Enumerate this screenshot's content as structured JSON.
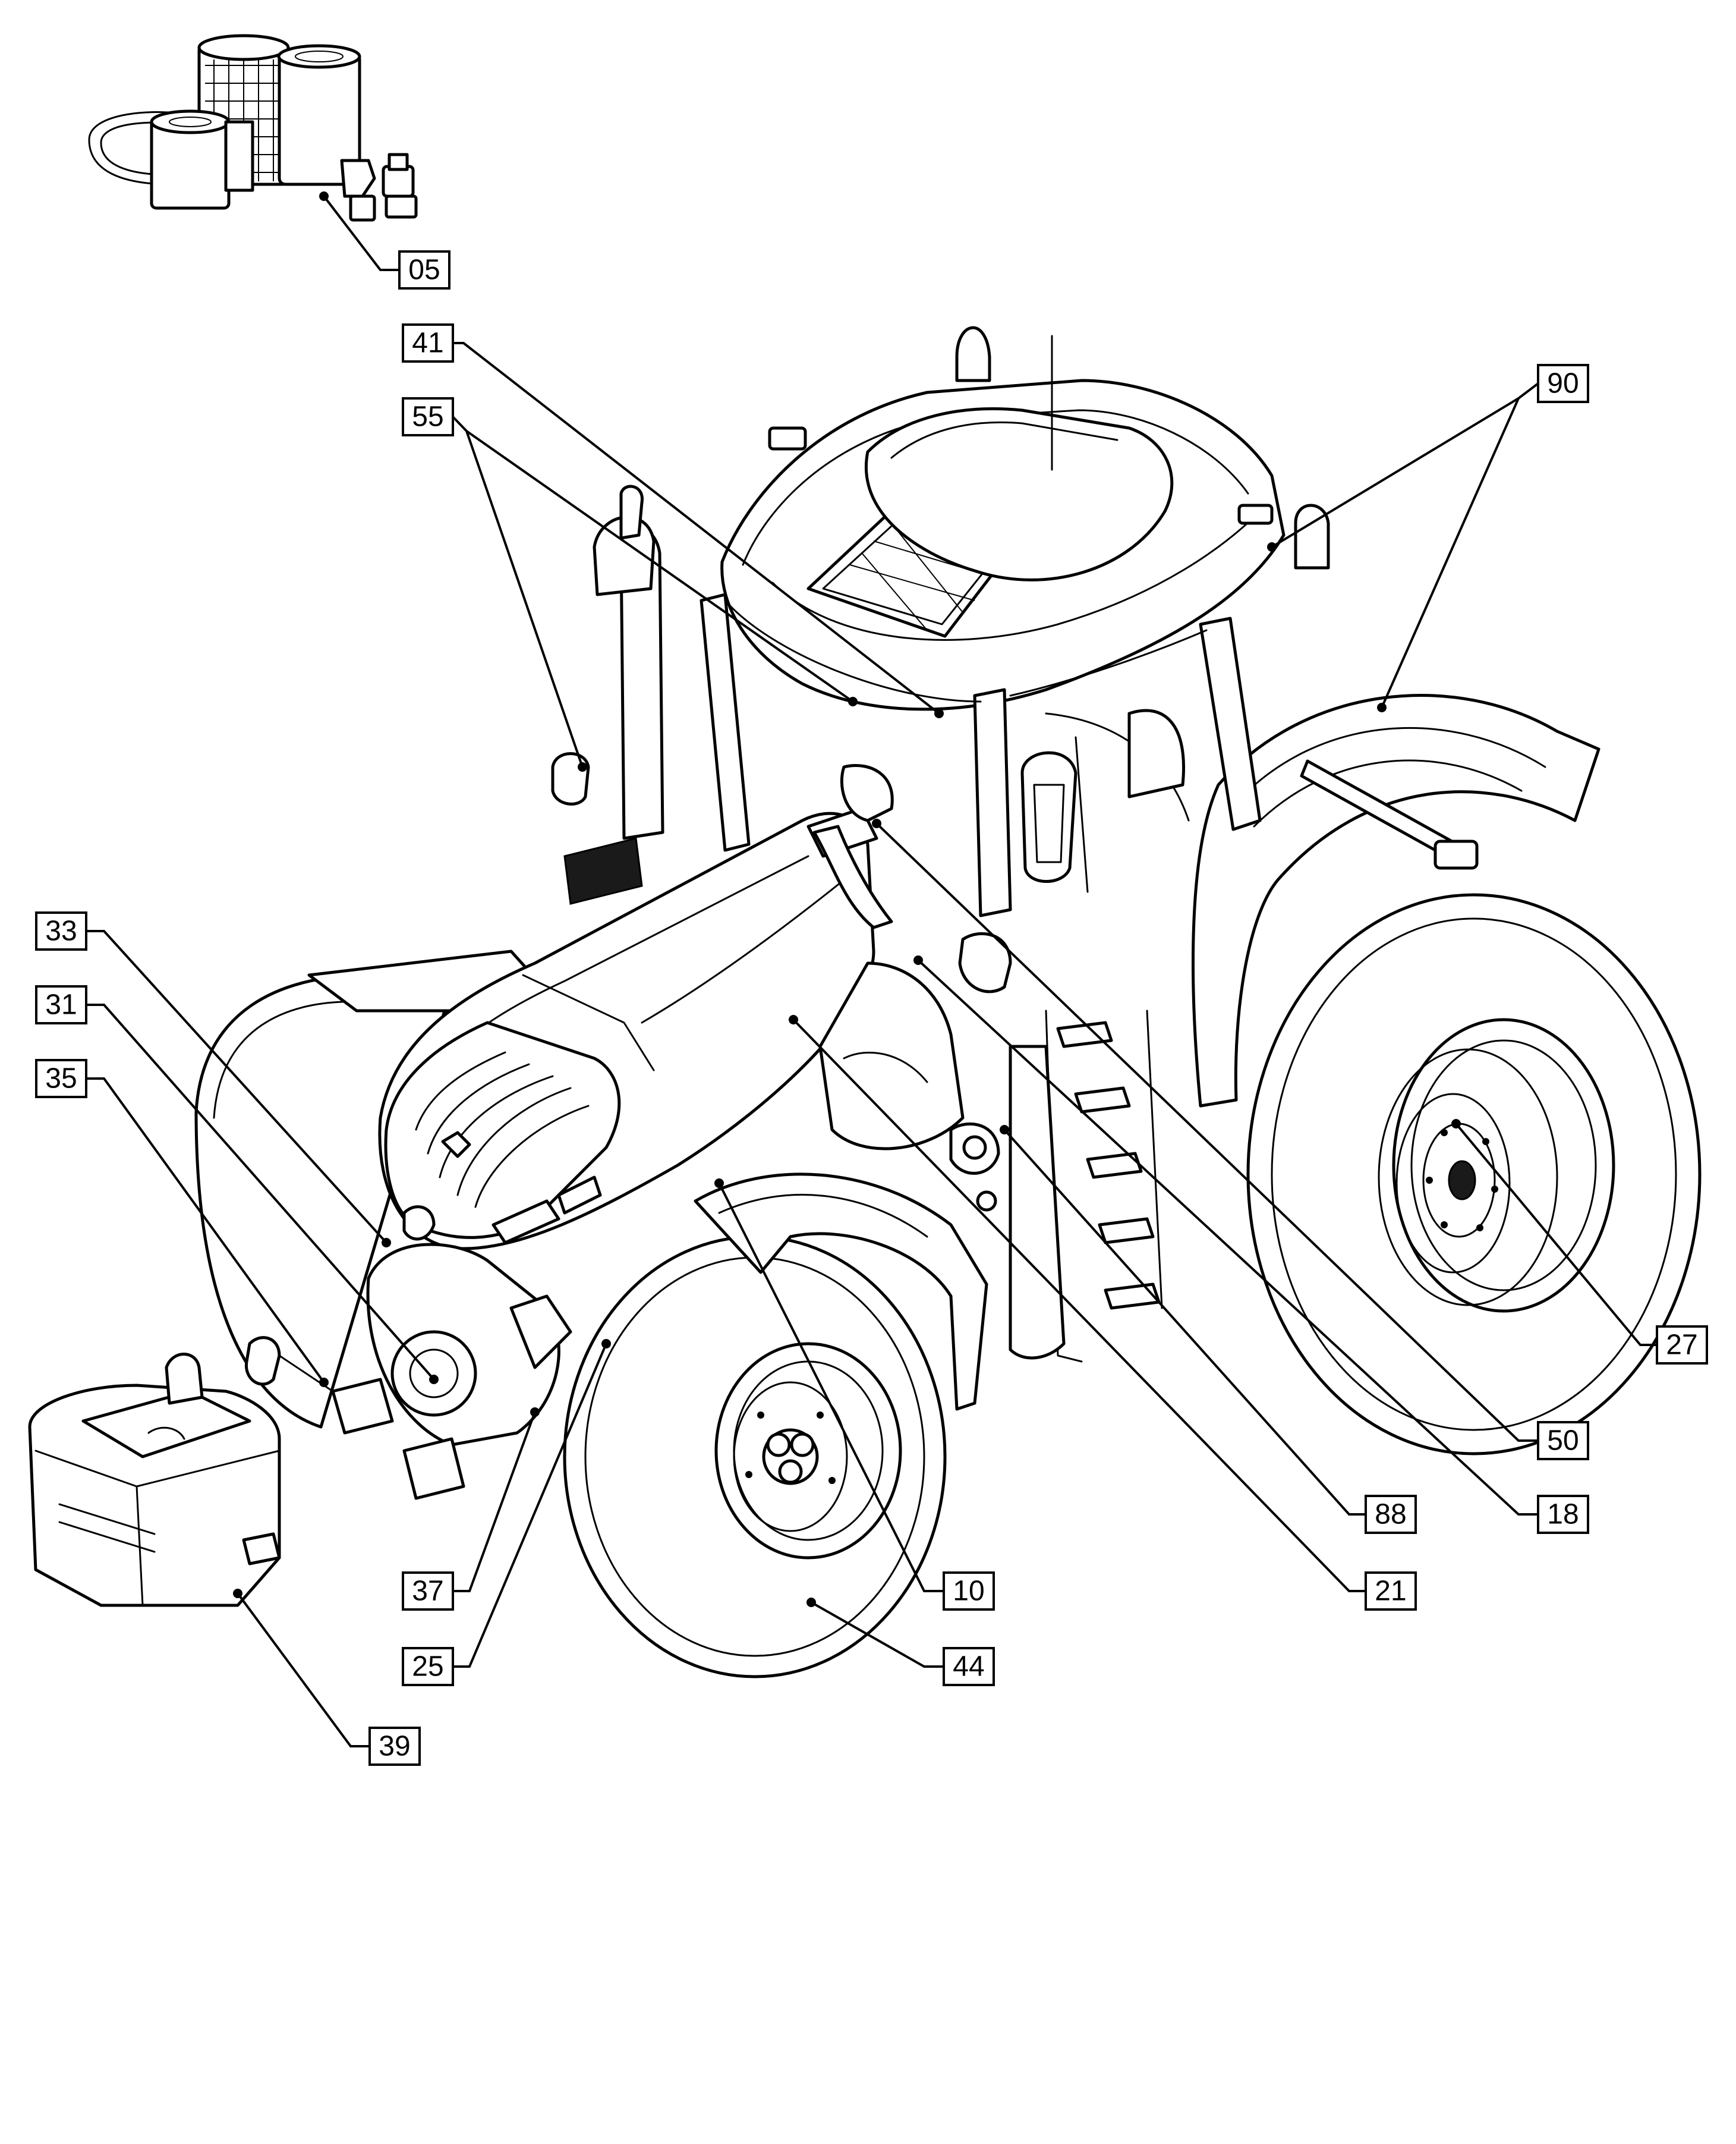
{
  "diagram": {
    "style": "exploded parts-catalog line drawing of a tractor",
    "callouts": [
      {
        "id": "05",
        "label": "05"
      },
      {
        "id": "41",
        "label": "41"
      },
      {
        "id": "55",
        "label": "55"
      },
      {
        "id": "90",
        "label": "90"
      },
      {
        "id": "33",
        "label": "33"
      },
      {
        "id": "31",
        "label": "31"
      },
      {
        "id": "35",
        "label": "35"
      },
      {
        "id": "27",
        "label": "27"
      },
      {
        "id": "50",
        "label": "50"
      },
      {
        "id": "88",
        "label": "88"
      },
      {
        "id": "18",
        "label": "18"
      },
      {
        "id": "10",
        "label": "10"
      },
      {
        "id": "21",
        "label": "21"
      },
      {
        "id": "37",
        "label": "37"
      },
      {
        "id": "25",
        "label": "25"
      },
      {
        "id": "44",
        "label": "44"
      },
      {
        "id": "39",
        "label": "39"
      }
    ]
  }
}
